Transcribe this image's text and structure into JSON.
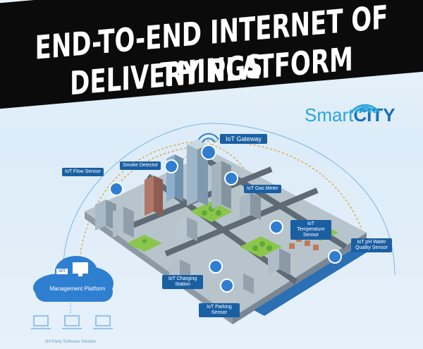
{
  "banner": {
    "line1": "END-TO-END INTERNET OF THINGS",
    "line2": "DELIVERY PLATFORM"
  },
  "logo": {
    "part1": "Smart",
    "part2": "CITY",
    "icon": "wifi-signal-icon"
  },
  "labels": {
    "gateway": "IoT Gateway",
    "flow": "IoT Flow Sensor",
    "smoke": "Smoke Detector",
    "gas": "IoT Gas Meter",
    "temperature": "IoT Temperature Sensor",
    "ph": "IoT pH Water Quality Sensor",
    "charging": "IoT Charging Station",
    "parking": "IoT Parking Sensor"
  },
  "platform": {
    "api": "API",
    "name": "Management Platform",
    "third_party": "3rd Party Software Solution"
  },
  "colors": {
    "banner": "#0b0b0b",
    "label_bg": "#1b5fa3",
    "cloud": "#2f7fd0",
    "dash": "#e0a030",
    "accent": "#2aa5dc"
  }
}
